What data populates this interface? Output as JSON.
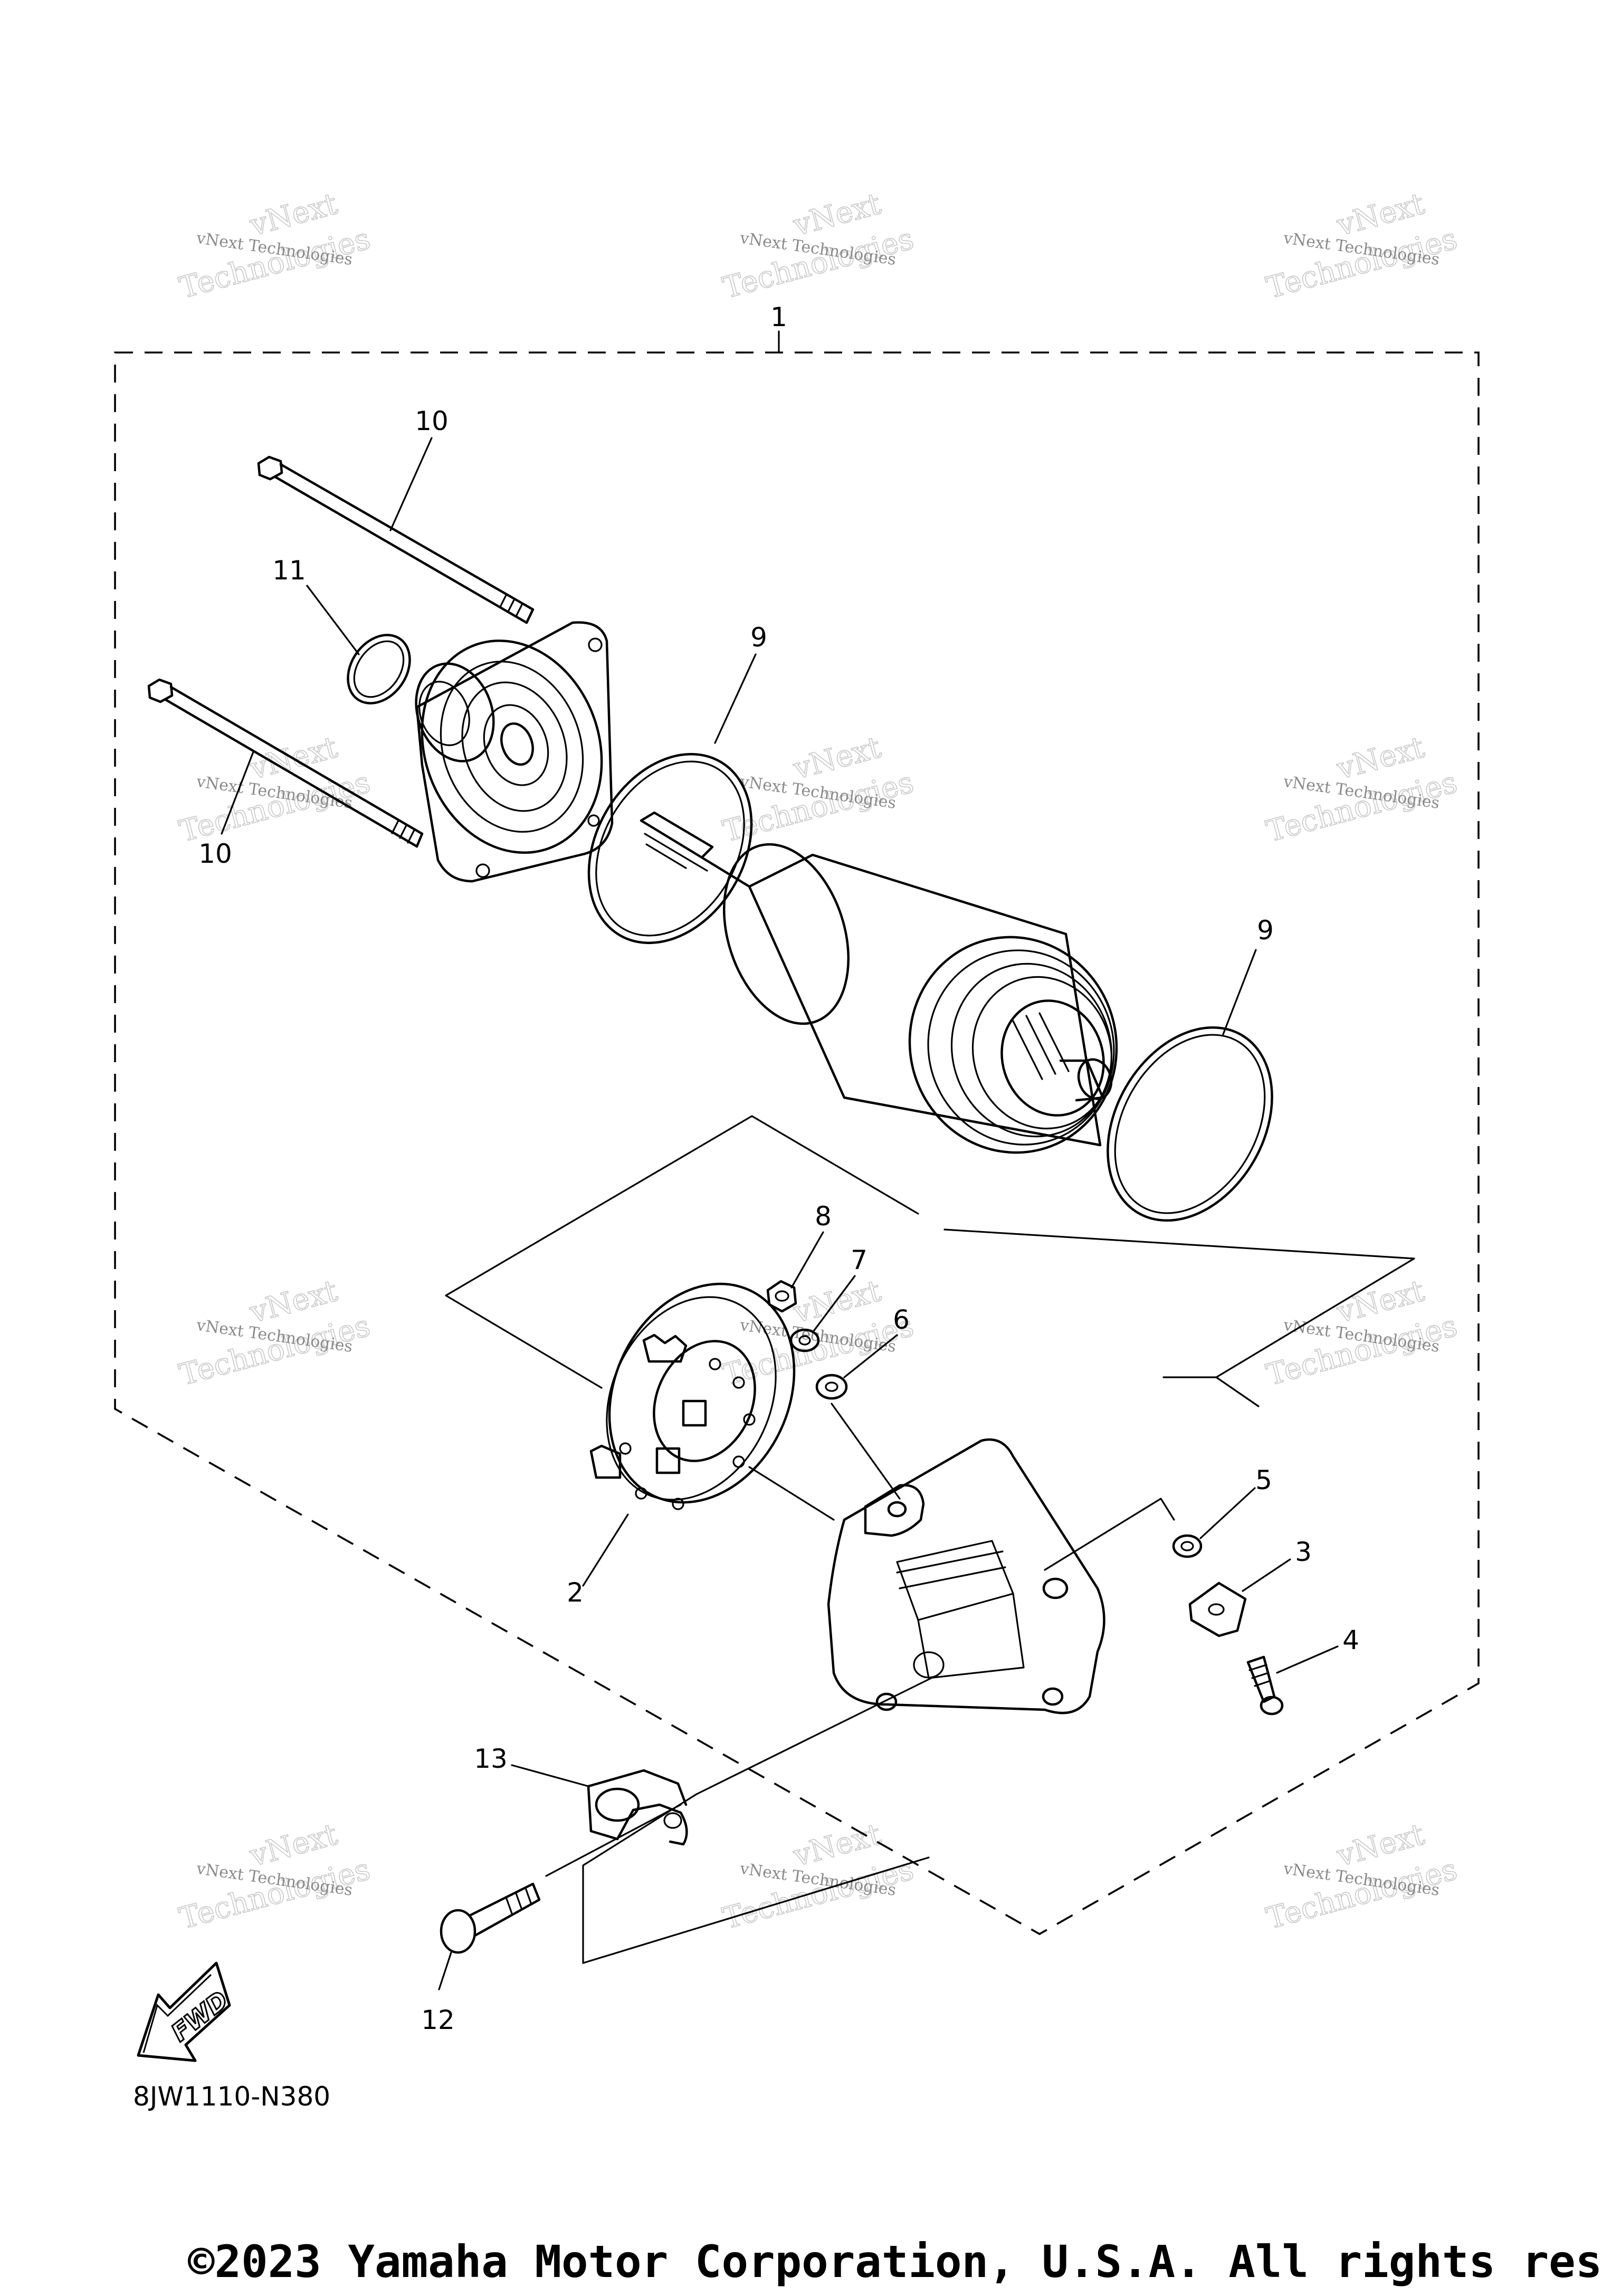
{
  "callouts": {
    "c1": "1",
    "c2": "2",
    "c3": "3",
    "c4": "4",
    "c5": "5",
    "c6": "6",
    "c7": "7",
    "c8": "8",
    "c9a": "9",
    "c9b": "9",
    "c10a": "10",
    "c10b": "10",
    "c11": "11",
    "c12": "12",
    "c13": "13"
  },
  "watermark": {
    "line1": "vNext Technologies",
    "line2a": "vNext",
    "line2b": "Technologies"
  },
  "direction_label": "FWD",
  "diagram_code": "8JW1110-N380",
  "copyright": "©2023 Yamaha Motor Corporation, U.S.A. All rights res"
}
